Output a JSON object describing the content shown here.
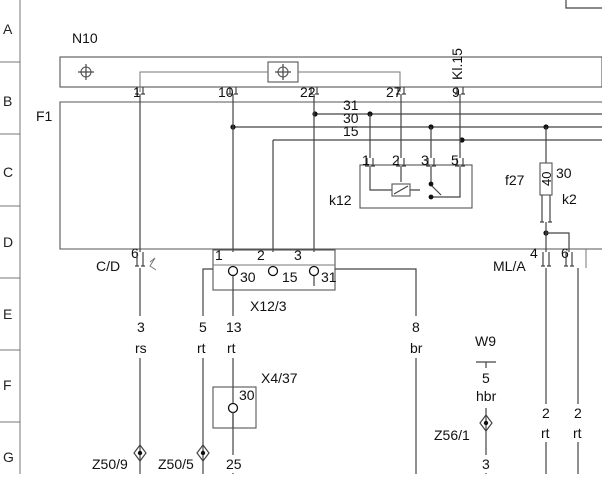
{
  "row_labels": [
    "A",
    "B",
    "C",
    "D",
    "E",
    "F",
    "G"
  ],
  "components": {
    "n10": "N10",
    "f1": "F1",
    "k12": "k12",
    "f27": "f27",
    "f27_rating": "40",
    "f27_pin": "30",
    "k2": "k2",
    "cd": "C/D",
    "mla": "ML/A",
    "x12": "X12/3",
    "x4": "X4/37",
    "x4_pin": "30",
    "w9": "W9"
  },
  "n10_pins": [
    "1",
    "10",
    "22",
    "27",
    "9"
  ],
  "kl15": "Kl.15",
  "bus_lines": [
    "31",
    "30",
    "15"
  ],
  "k12_pins": [
    "1",
    "2",
    "3",
    "5"
  ],
  "cd_pin": "6",
  "mla_pins": [
    "4",
    "6"
  ],
  "x12_pins_top": [
    "1",
    "2",
    "3"
  ],
  "x12_pins_inner": [
    "30",
    "15",
    "31"
  ],
  "wires": [
    {
      "num": "3",
      "color": "rs"
    },
    {
      "num": "5",
      "color": "rt"
    },
    {
      "num": "13",
      "color": "rt"
    },
    {
      "num": "8",
      "color": "br"
    },
    {
      "num": "5",
      "color": "hbr"
    },
    {
      "num": "2",
      "color": "rt"
    },
    {
      "num": "2",
      "color": "rt"
    }
  ],
  "connectors": {
    "z50_9": "Z50/9",
    "z50_5": "Z50/5",
    "z50_5_pin": "25",
    "z56_1": "Z56/1",
    "z56_1_pin": "3"
  }
}
